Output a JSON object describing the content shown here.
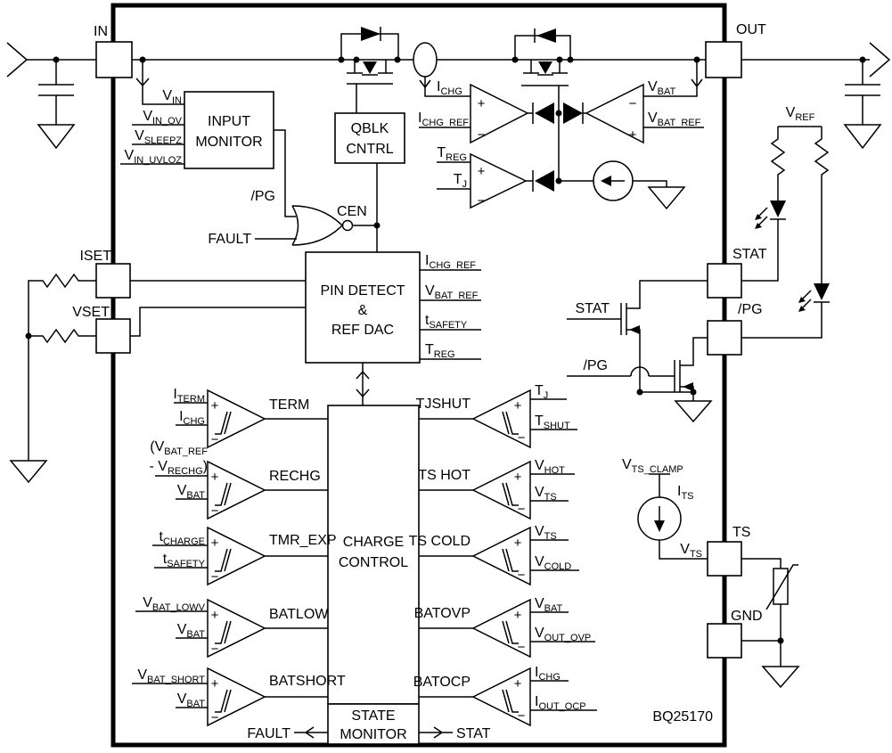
{
  "title": "BQ25170 functional block diagram",
  "part_number": "BQ25170",
  "colors": {
    "line": "#000000",
    "background": "#ffffff"
  },
  "pins": {
    "in": "IN",
    "out": "OUT",
    "iset": "ISET",
    "vset": "VSET",
    "stat": "STAT",
    "pg": "/PG",
    "ts": "TS",
    "gnd": "GND"
  },
  "blocks": {
    "input_monitor": {
      "l1": "INPUT",
      "l2": "MONITOR"
    },
    "qblk": {
      "l1": "QBLK",
      "l2": "CNTRL"
    },
    "pin_detect": {
      "l1": "PIN DETECT",
      "l2": "&",
      "l3": "REF DAC"
    },
    "charge_control": {
      "l1": "CHARGE",
      "l2": "CONTROL"
    },
    "state_monitor": {
      "l1": "STATE",
      "l2": "MONITOR"
    }
  },
  "nets": {
    "pg": "/PG",
    "fault": "FAULT",
    "cen": "CEN",
    "stat": "STAT"
  },
  "comparators": {
    "term": "TERM",
    "rechg": "RECHG",
    "tmr_exp": "TMR_EXP",
    "batlow": "BATLOW",
    "batshort": "BATSHORT",
    "tjshut": "TJSHUT",
    "ts_hot": "TS HOT",
    "ts_cold": "TS COLD",
    "batovp": "BATOVP",
    "batocp": "BATOCP"
  },
  "signals": {
    "plus": "+",
    "minus": "−",
    "vin": {
      "m": "V",
      "s": "IN"
    },
    "vin_ov": {
      "m": "V",
      "s": "IN_OV"
    },
    "vsleepz": {
      "m": "V",
      "s": "SLEEPZ"
    },
    "vin_uvloz": {
      "m": "V",
      "s": "IN_UVLOZ"
    },
    "ichg": {
      "m": "I",
      "s": "CHG"
    },
    "ichg_ref": {
      "m": "I",
      "s": "CHG_REF"
    },
    "vbat": {
      "m": "V",
      "s": "BAT"
    },
    "vbat_ref": {
      "m": "V",
      "s": "BAT_REF"
    },
    "treg": {
      "m": "T",
      "s": "REG"
    },
    "tj": {
      "m": "T",
      "s": "J"
    },
    "tshut": {
      "m": "T",
      "s": "SHUT"
    },
    "tsafety": {
      "m": "t",
      "s": "SAFETY"
    },
    "tcharge": {
      "m": "t",
      "s": "CHARGE"
    },
    "iterm": {
      "m": "I",
      "s": "TERM"
    },
    "rechg_line1": {
      "m": "(V",
      "s": "BAT_REF"
    },
    "rechg_line2": {
      "m": "- V",
      "s": "RECHG",
      "m2": ")"
    },
    "vbat_lowv": {
      "m": "V",
      "s": "BAT_LOWV"
    },
    "vbat_short": {
      "m": "V",
      "s": "BAT_SHORT"
    },
    "vhot": {
      "m": "V",
      "s": "HOT"
    },
    "vts": {
      "m": "V",
      "s": "TS"
    },
    "vcold": {
      "m": "V",
      "s": "COLD"
    },
    "vout_ovp": {
      "m": "V",
      "s": "OUT_OVP"
    },
    "iout_ocp": {
      "m": "I",
      "s": "OUT_OCP"
    },
    "vref": {
      "m": "V",
      "s": "REF"
    },
    "vts_clamp": {
      "m": "V",
      "s": "TS_CLAMP"
    },
    "its": {
      "m": "I",
      "s": "TS"
    }
  }
}
